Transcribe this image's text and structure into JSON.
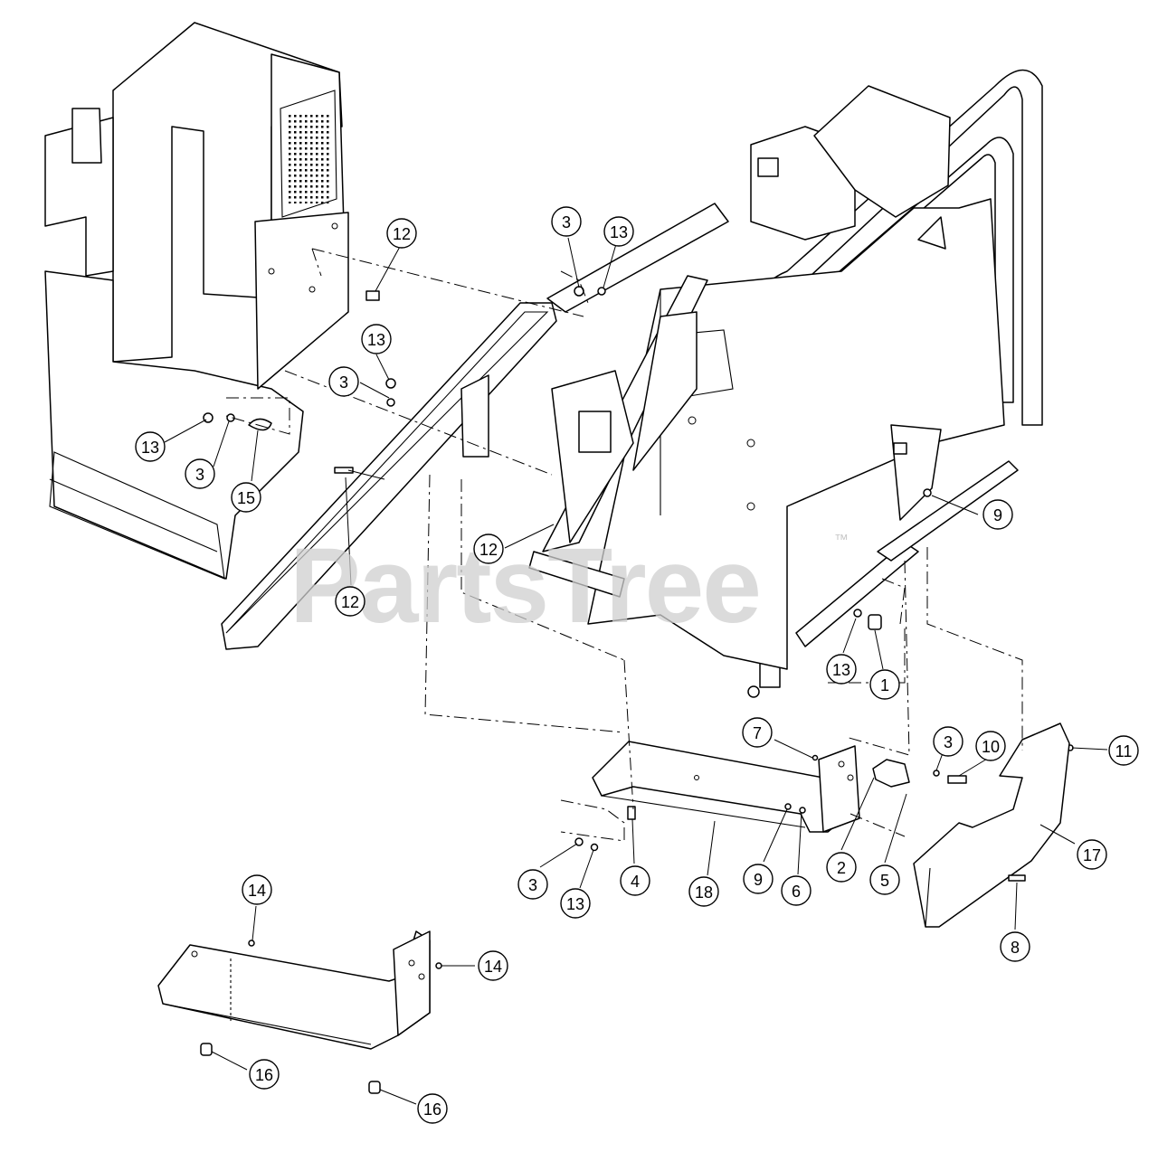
{
  "watermark": {
    "text": "PartsTree",
    "trademark": "™"
  },
  "callouts": [
    {
      "id": "c-3a",
      "label": "3"
    },
    {
      "id": "c-13a",
      "label": "13"
    },
    {
      "id": "c-12a",
      "label": "12"
    },
    {
      "id": "c-13b",
      "label": "13"
    },
    {
      "id": "c-3b",
      "label": "3"
    },
    {
      "id": "c-13c",
      "label": "13"
    },
    {
      "id": "c-3c",
      "label": "3"
    },
    {
      "id": "c-15",
      "label": "15"
    },
    {
      "id": "c-12b",
      "label": "12"
    },
    {
      "id": "c-12c",
      "label": "12"
    },
    {
      "id": "c-9a",
      "label": "9"
    },
    {
      "id": "c-13d",
      "label": "13"
    },
    {
      "id": "c-1",
      "label": "1"
    },
    {
      "id": "c-7",
      "label": "7"
    },
    {
      "id": "c-3d",
      "label": "3"
    },
    {
      "id": "c-10",
      "label": "10"
    },
    {
      "id": "c-11",
      "label": "11"
    },
    {
      "id": "c-3e",
      "label": "3"
    },
    {
      "id": "c-13e",
      "label": "13"
    },
    {
      "id": "c-4",
      "label": "4"
    },
    {
      "id": "c-18",
      "label": "18"
    },
    {
      "id": "c-9b",
      "label": "9"
    },
    {
      "id": "c-6",
      "label": "6"
    },
    {
      "id": "c-2",
      "label": "2"
    },
    {
      "id": "c-5",
      "label": "5"
    },
    {
      "id": "c-17",
      "label": "17"
    },
    {
      "id": "c-8",
      "label": "8"
    },
    {
      "id": "c-14a",
      "label": "14"
    },
    {
      "id": "c-14b",
      "label": "14"
    },
    {
      "id": "c-16a",
      "label": "16"
    },
    {
      "id": "c-16b",
      "label": "16"
    }
  ]
}
